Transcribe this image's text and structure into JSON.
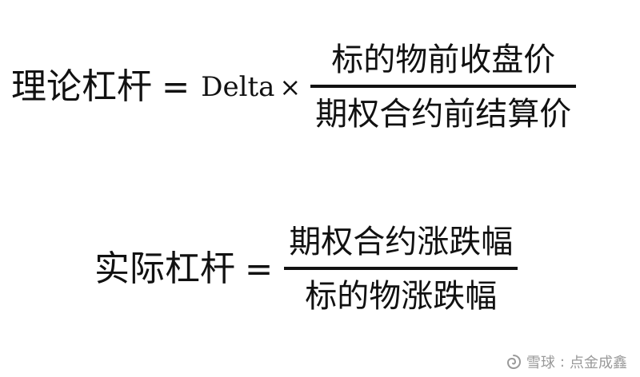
{
  "formulas": {
    "theoretical": {
      "lhs": "理论杠杆",
      "equals": "=",
      "term": "Delta",
      "times": "×",
      "numerator": "标的物前收盘价",
      "denominator": "期权合约前结算价"
    },
    "actual": {
      "lhs": "实际杠杆",
      "equals": "=",
      "numerator": "期权合约涨跌幅",
      "denominator": "标的物涨跌幅"
    }
  },
  "watermark": {
    "brand": "雪球",
    "separator": ":",
    "author": "点金成鑫"
  },
  "colors": {
    "text": "#111111",
    "watermark": "#9a9a9a"
  },
  "icons": {
    "watermark_logo": "snowball-logo-icon"
  }
}
